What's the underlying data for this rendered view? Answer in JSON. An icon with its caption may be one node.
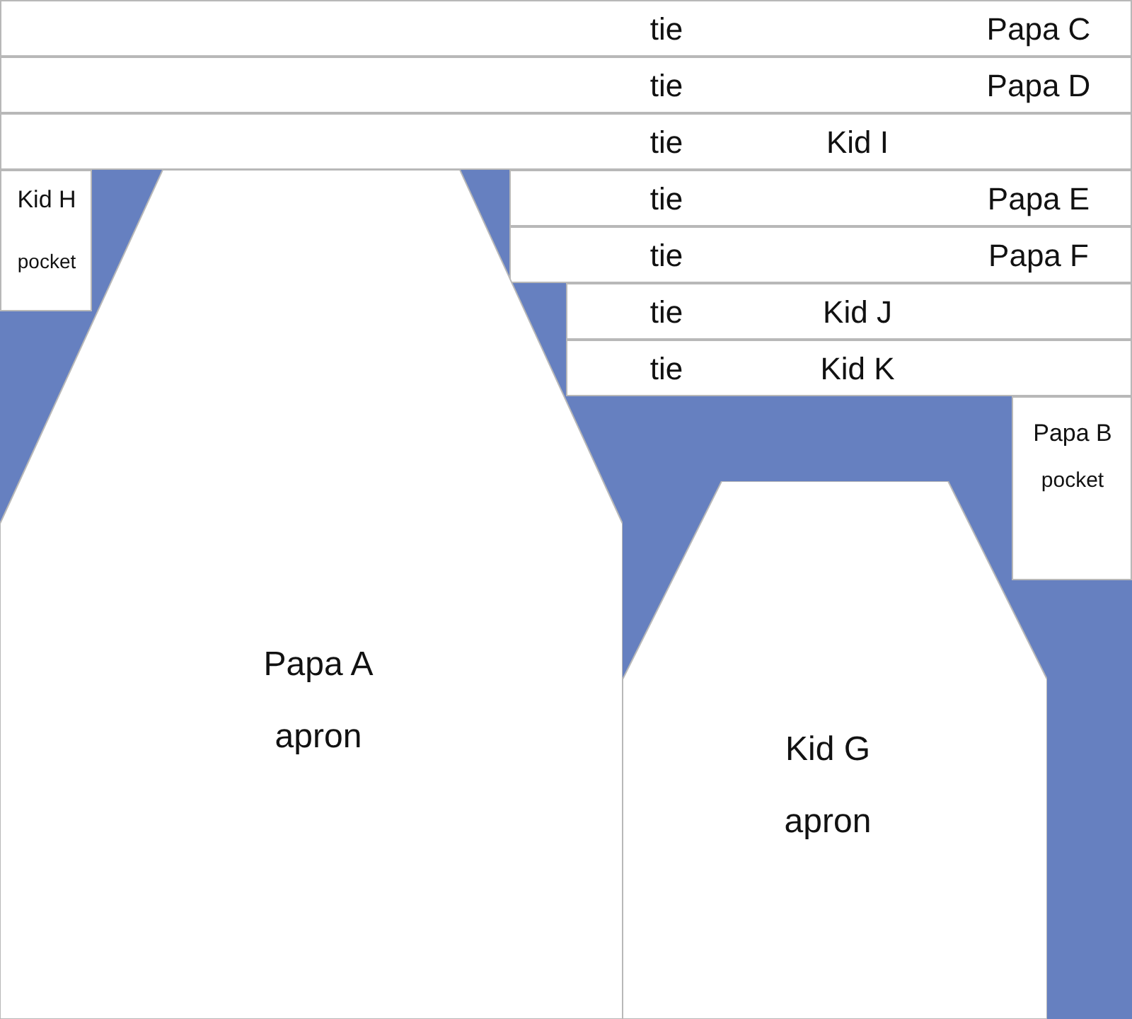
{
  "diagram": {
    "nodes": [
      {
        "text": [
          "tie",
          "Papa C"
        ]
      },
      {
        "text": [
          "tie",
          "Papa D"
        ]
      },
      {
        "text": [
          "tie",
          "Kid I"
        ]
      },
      {
        "text": [
          "Kid H",
          "pocket"
        ]
      },
      {
        "text": [
          "tie",
          "Papa E"
        ]
      },
      {
        "text": [
          "tie",
          "Papa F"
        ]
      },
      {
        "text": [
          "tie",
          "Kid J"
        ]
      },
      {
        "text": [
          "tie",
          "Kid K"
        ]
      },
      {
        "text": [
          "Papa B",
          "pocket"
        ]
      },
      {
        "text": [
          "Papa A",
          "apron"
        ]
      },
      {
        "text": [
          "Kid G",
          "apron"
        ]
      }
    ]
  }
}
